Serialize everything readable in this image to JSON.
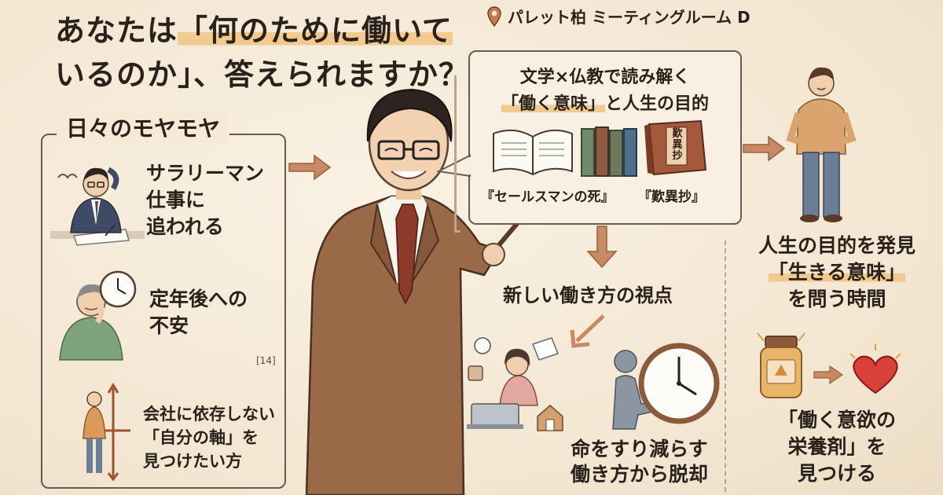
{
  "header": {
    "title_part1": "あなたは",
    "title_highlight": "「何のために働いて",
    "title_line2": "いるのか」、答えられますか？",
    "location": "パレット柏 ミーティングルーム D",
    "location_icon": "map-pin-icon"
  },
  "left_panel": {
    "title": "日々のモヤモヤ",
    "items": [
      {
        "lines": [
          "サラリーマン",
          "仕事に",
          "追われる"
        ]
      },
      {
        "lines": [
          "定年後への",
          "不安"
        ],
        "citation": "[14]"
      },
      {
        "lines": [
          "会社に依存しない",
          "「自分の軸」を",
          "見つけたい方"
        ]
      }
    ]
  },
  "book_panel": {
    "heading_line1": "文学×仏教で読み解く",
    "heading_line2_highlight": "「働く意味」",
    "heading_line2_rest": "と人生の目的",
    "book1_label": "『セールスマンの死』",
    "book2_label": "『歎異抄』",
    "book2_cover_text": "歎異抄"
  },
  "middle": {
    "heading": "新しい働き方の視点",
    "caption_lines": [
      "命をすり減らす",
      "働き方から脱却"
    ]
  },
  "right": {
    "purpose_line1": "人生の目的を発見",
    "purpose_line2": "「生きる意味」",
    "purpose_line3": "を問う時間",
    "motivation_lines": [
      "「働く意欲の",
      "栄養剤」を",
      "見つける"
    ]
  },
  "colors": {
    "background": "#f6ecdc",
    "highlight": "#f2c98f",
    "arrow": "#c98a63",
    "ink": "#2a211b",
    "suit": "#9a6a48"
  }
}
